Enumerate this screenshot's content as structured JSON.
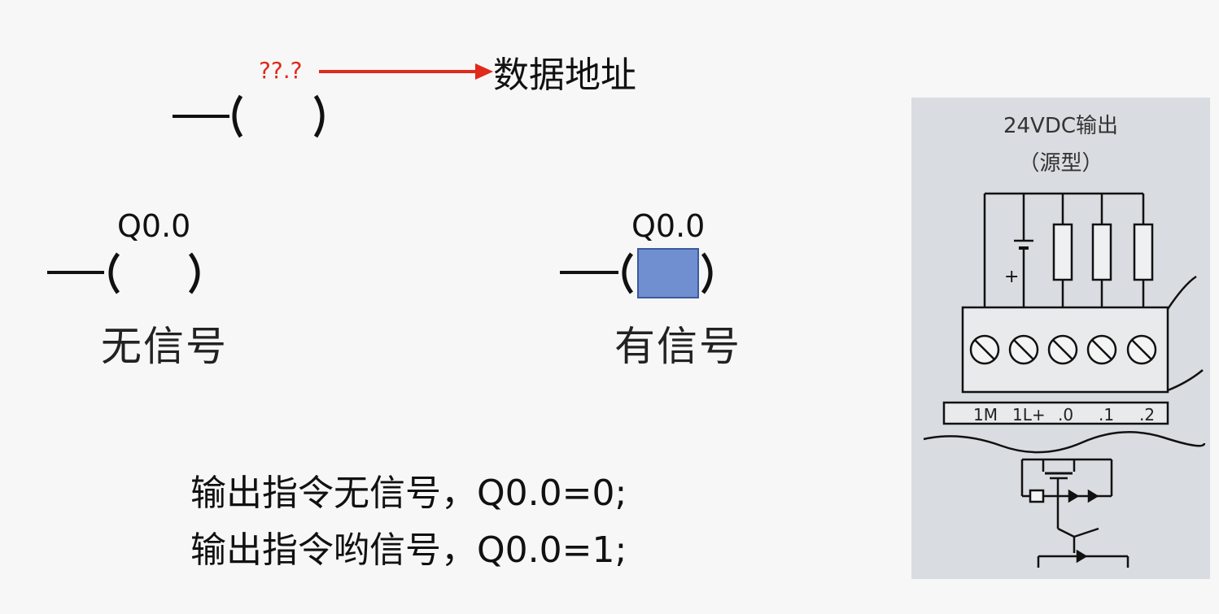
{
  "top_coil": {
    "address_placeholder": "??.?",
    "arrow_target_label": "数据地址"
  },
  "coil_no_signal": {
    "address": "Q0.0",
    "label": "无信号"
  },
  "coil_with_signal": {
    "address": "Q0.0",
    "label": "有信号",
    "fill_color": "#6f8fd0"
  },
  "notes": [
    "输出指令无信号，Q0.0=0;",
    "输出指令哟信号，Q0.0=1;"
  ],
  "module_panel": {
    "title_line1": "24VDC输出",
    "title_line2": "（源型）",
    "plus_sign": "+",
    "terminals": [
      "1M",
      "1L+",
      ".0",
      ".1",
      ".2"
    ]
  },
  "colors": {
    "arrow": "#e02a1a",
    "coil_fill": "#6f8fd0",
    "panel_bg": "#d9dce0"
  }
}
